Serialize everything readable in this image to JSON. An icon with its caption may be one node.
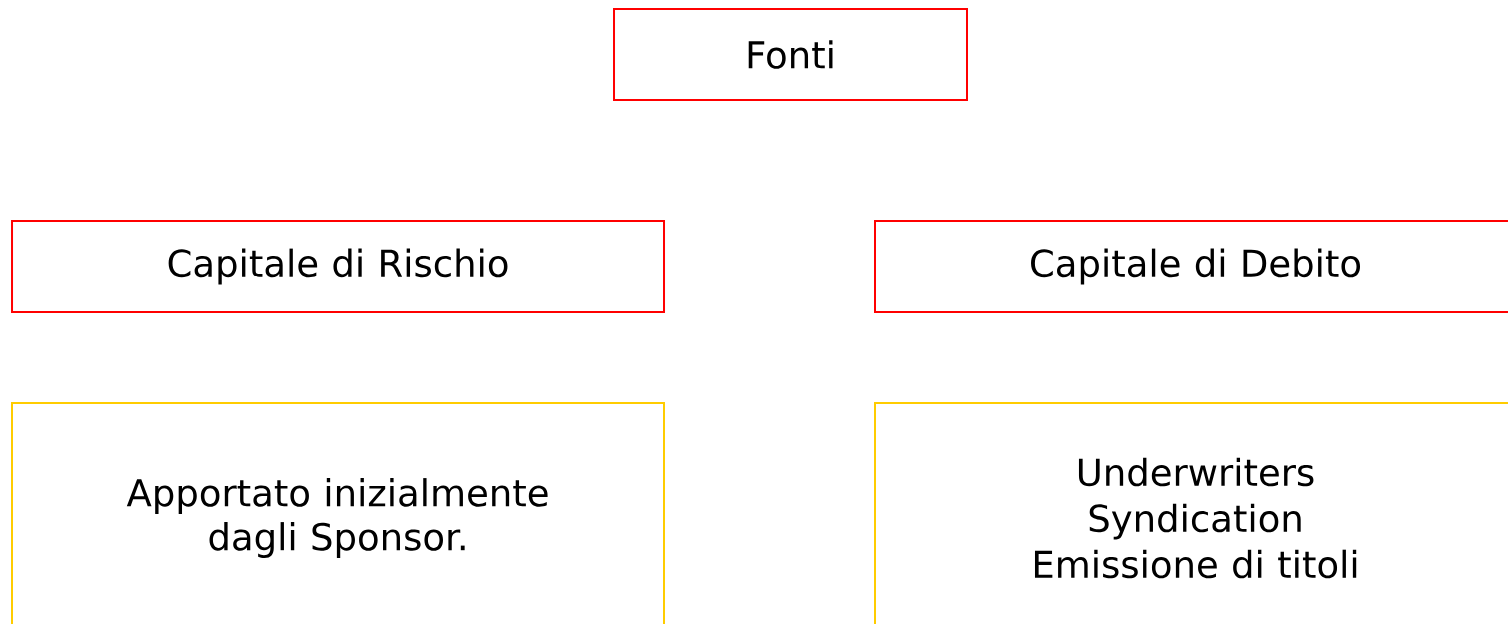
{
  "diagram": {
    "nodes": [
      {
        "text": [
          "Fonti"
        ]
      },
      {
        "text": [
          "Capitale di Rischio"
        ]
      },
      {
        "text": [
          "Capitale di Debito"
        ]
      },
      {
        "text": [
          "Apportato inizialmente dagli Sponsor."
        ]
      },
      {
        "text": [
          "Underwriters",
          "Syndication",
          "Emissione di titoli"
        ]
      }
    ]
  }
}
